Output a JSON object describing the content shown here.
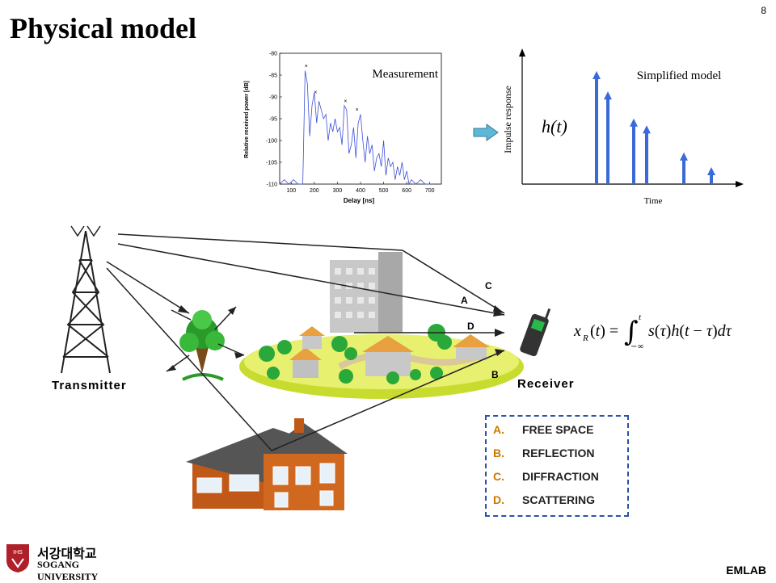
{
  "title": "Physical model",
  "page_number": "8",
  "footer_right": "EMLAB",
  "logo": {
    "korean": "서강대학교",
    "latin": "SOGANG UNIVERSITY",
    "emblem": "IHS"
  },
  "measurement_chart": {
    "title": "Measurement",
    "xlabel": "Delay [ns]",
    "ylabel": "Relative received power [dB]",
    "xticks": [
      "100",
      "200",
      "300",
      "400",
      "500",
      "600",
      "700"
    ],
    "yticks": [
      "-80",
      "-85",
      "-90",
      "-95",
      "-100",
      "-105",
      "-110"
    ]
  },
  "simplified_model": {
    "title": "Simplified model",
    "xlabel": "Time",
    "ylabel": "Impulse response",
    "function_label": "h(t)"
  },
  "chart_data": [
    {
      "type": "line",
      "title": "Measurement",
      "xlabel": "Delay [ns]",
      "ylabel": "Relative received power [dB]",
      "xlim": [
        50,
        750
      ],
      "ylim": [
        -110,
        -80
      ],
      "x": [
        50,
        70,
        90,
        110,
        130,
        150,
        160,
        170,
        180,
        190,
        200,
        210,
        220,
        230,
        240,
        250,
        260,
        270,
        280,
        290,
        300,
        310,
        320,
        330,
        340,
        350,
        360,
        370,
        380,
        390,
        400,
        410,
        420,
        430,
        440,
        450,
        460,
        470,
        480,
        490,
        500,
        510,
        520,
        530,
        540,
        550,
        560,
        570,
        580,
        590,
        600,
        610,
        620,
        640,
        660,
        680,
        700
      ],
      "series": [
        {
          "values": [
            -110,
            -109,
            -110,
            -109,
            -110,
            -110,
            -84,
            -87,
            -99,
            -92,
            -89,
            -96,
            -91,
            -93,
            -95,
            -94,
            -100,
            -96,
            -98,
            -95,
            -98,
            -97,
            -101,
            -92,
            -93,
            -103,
            -101,
            -97,
            -104,
            -96,
            -94,
            -100,
            -105,
            -99,
            -103,
            -101,
            -107,
            -104,
            -103,
            -106,
            -100,
            -108,
            -104,
            -106,
            -105,
            -109,
            -106,
            -108,
            -105,
            -109,
            -107,
            -110,
            -109,
            -110,
            -109,
            -110,
            -110
          ]
        }
      ],
      "markers": [
        {
          "x": 165,
          "y": -83
        },
        {
          "x": 205,
          "y": -89
        },
        {
          "x": 335,
          "y": -91
        },
        {
          "x": 385,
          "y": -93
        }
      ]
    },
    {
      "type": "bar",
      "title": "Simplified model",
      "xlabel": "Time",
      "ylabel": "Impulse response",
      "x": [
        1,
        2,
        3,
        4,
        5,
        6
      ],
      "values": [
        1.0,
        0.82,
        0.58,
        0.52,
        0.28,
        0.15
      ],
      "ylim": [
        0,
        1.1
      ]
    }
  ],
  "scene": {
    "transmitter_label": "Transmitter",
    "receiver_label": "Receiver",
    "path_labels": [
      "C",
      "A",
      "D",
      "B"
    ]
  },
  "legend": {
    "items": [
      {
        "letter": "A.",
        "text": "FREE SPACE"
      },
      {
        "letter": "B.",
        "text": "REFLECTION"
      },
      {
        "letter": "C.",
        "text": "DIFFRACTION"
      },
      {
        "letter": "D.",
        "text": "SCATTERING"
      }
    ]
  },
  "formula": "x_R(t) = ∫_{-∞}^{t} s(τ) h(t-τ) dτ"
}
